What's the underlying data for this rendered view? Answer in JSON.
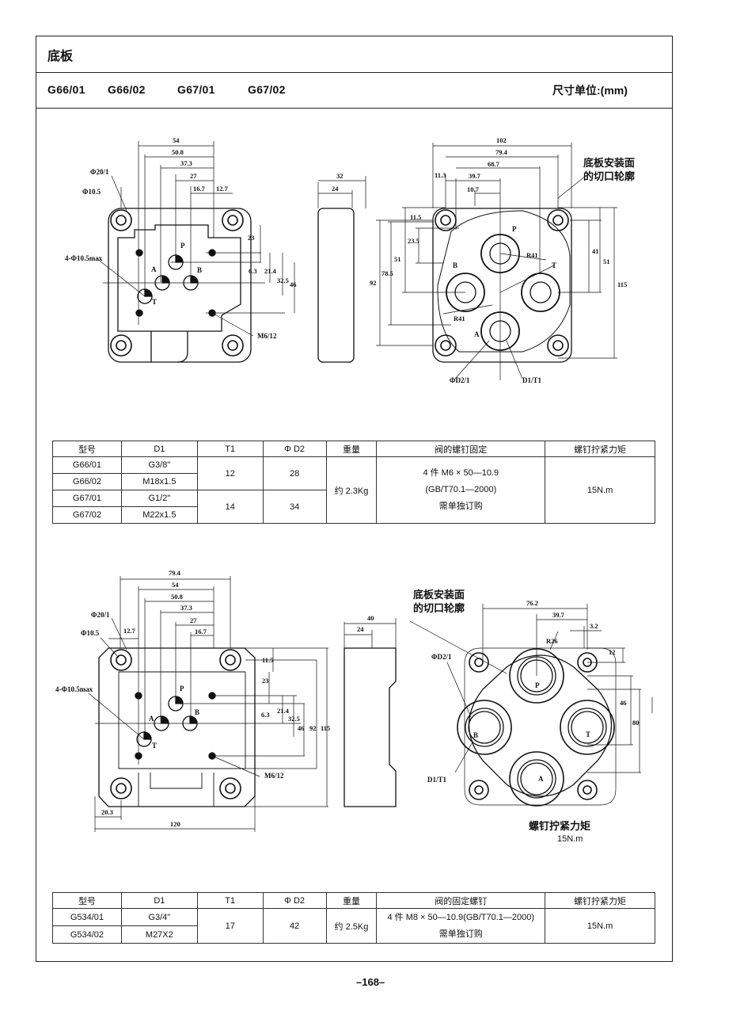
{
  "header": {
    "title": "底板",
    "models": [
      "G66/01",
      "G66/02",
      "G67/01",
      "G67/02"
    ],
    "unit": "尺寸单位:(mm)"
  },
  "drawing1": {
    "front_dims": {
      "d54": "54",
      "d50_8": "50.8",
      "d37_3": "37.3",
      "d27": "27",
      "d16_7": "16.7",
      "d12_7": "12.7",
      "d23": "23",
      "d6_3": "6.3",
      "d21_4": "21.4",
      "d32_5": "32.5",
      "d46": "46"
    },
    "front_labels": {
      "phi20": "Φ20/1",
      "phi10": "Φ10.5",
      "holes": "4-Φ10.5max",
      "m6": "M6/12",
      "P": "P",
      "A": "A",
      "B": "B",
      "T": "T"
    },
    "side_dims": {
      "d32": "32",
      "d24": "24"
    },
    "bottom_dims": {
      "d102": "102",
      "d79_4": "79.4",
      "d68_7": "68.7",
      "d11_3": "11.3",
      "d39_7": "39.7",
      "d10_7": "10.7",
      "d11_5": "11.5",
      "d23_5": "23.5",
      "d51": "51",
      "d78_5": "78.5",
      "d92": "92",
      "r41": "R41",
      "r41b": "R41",
      "d41": "41",
      "d51b": "51",
      "d115": "115"
    },
    "bottom_labels": {
      "P": "P",
      "A": "A",
      "B": "B",
      "T": "T",
      "phi_d2": "ΦD2/1",
      "d1t1": "D1/T1"
    },
    "note": [
      "底板安装面",
      "的切口轮廓"
    ]
  },
  "table1": {
    "headers": [
      "型号",
      "D1",
      "T1",
      "Φ D2",
      "重量",
      "阀的螺钉固定",
      "螺钉拧紧力矩"
    ],
    "rows": [
      {
        "model": "G66/01",
        "d1": "G3/8\""
      },
      {
        "model": "G66/02",
        "d1": "M18x1.5"
      },
      {
        "model": "G67/01",
        "d1": "G1/2\""
      },
      {
        "model": "G67/02",
        "d1": "M22x1.5"
      }
    ],
    "t1": [
      "12",
      "14"
    ],
    "d2": [
      "28",
      "34"
    ],
    "weight": "约 2.3Kg",
    "screw": [
      "4 件 M6 × 50—10.9",
      "(GB/T70.1—2000)",
      "需单独订购"
    ],
    "torque": "15N.m"
  },
  "drawing2": {
    "front_dims": {
      "d79_4": "79.4",
      "d54": "54",
      "d50_8": "50.8",
      "d37_3": "37.3",
      "d27": "27",
      "d16_7": "16.7",
      "d12_7": "12.7",
      "d11_5": "11.5",
      "d23": "23",
      "d6_3": "6.3",
      "d21_4": "21.4",
      "d32_5": "32.5",
      "d46": "46",
      "d92": "92",
      "d115": "115",
      "d20_3": "20.3",
      "d120": "120"
    },
    "front_labels": {
      "phi20": "Φ20/1",
      "phi10": "Φ10.5",
      "holes": "4-Φ10.5max",
      "m6": "M6/12",
      "P": "P",
      "A": "A",
      "B": "B",
      "T": "T"
    },
    "side_dims": {
      "d40": "40",
      "d24": "24"
    },
    "bottom_dims": {
      "d76_2": "76.2",
      "d39_7": "39.7",
      "d3_2": "3.2",
      "r26": "R26",
      "d12": "12",
      "d46": "46",
      "d80": "80"
    },
    "bottom_labels": {
      "P": "P",
      "A": "A",
      "B": "B",
      "T": "T",
      "phi_d2": "ΦD2/1",
      "d1t1": "D1/T1"
    },
    "note": [
      "底板安装面",
      "的切口轮廓"
    ]
  },
  "torque_note": {
    "label": "螺钉拧紧力矩",
    "value": "15N.m"
  },
  "table2": {
    "headers": [
      "型号",
      "D1",
      "T1",
      "Φ D2",
      "重量",
      "阀的固定螺钉",
      "螺钉拧紧力矩"
    ],
    "rows": [
      {
        "model": "G534/01",
        "d1": "G3/4\""
      },
      {
        "model": "G534/02",
        "d1": "M27X2"
      }
    ],
    "t1": "17",
    "d2": "42",
    "weight": "约 2.5Kg",
    "screw": [
      "4 件 M8 × 50—10.9(GB/T70.1—2000)",
      "需单独订购"
    ],
    "torque": "15N.m"
  },
  "page_number": "–168–"
}
